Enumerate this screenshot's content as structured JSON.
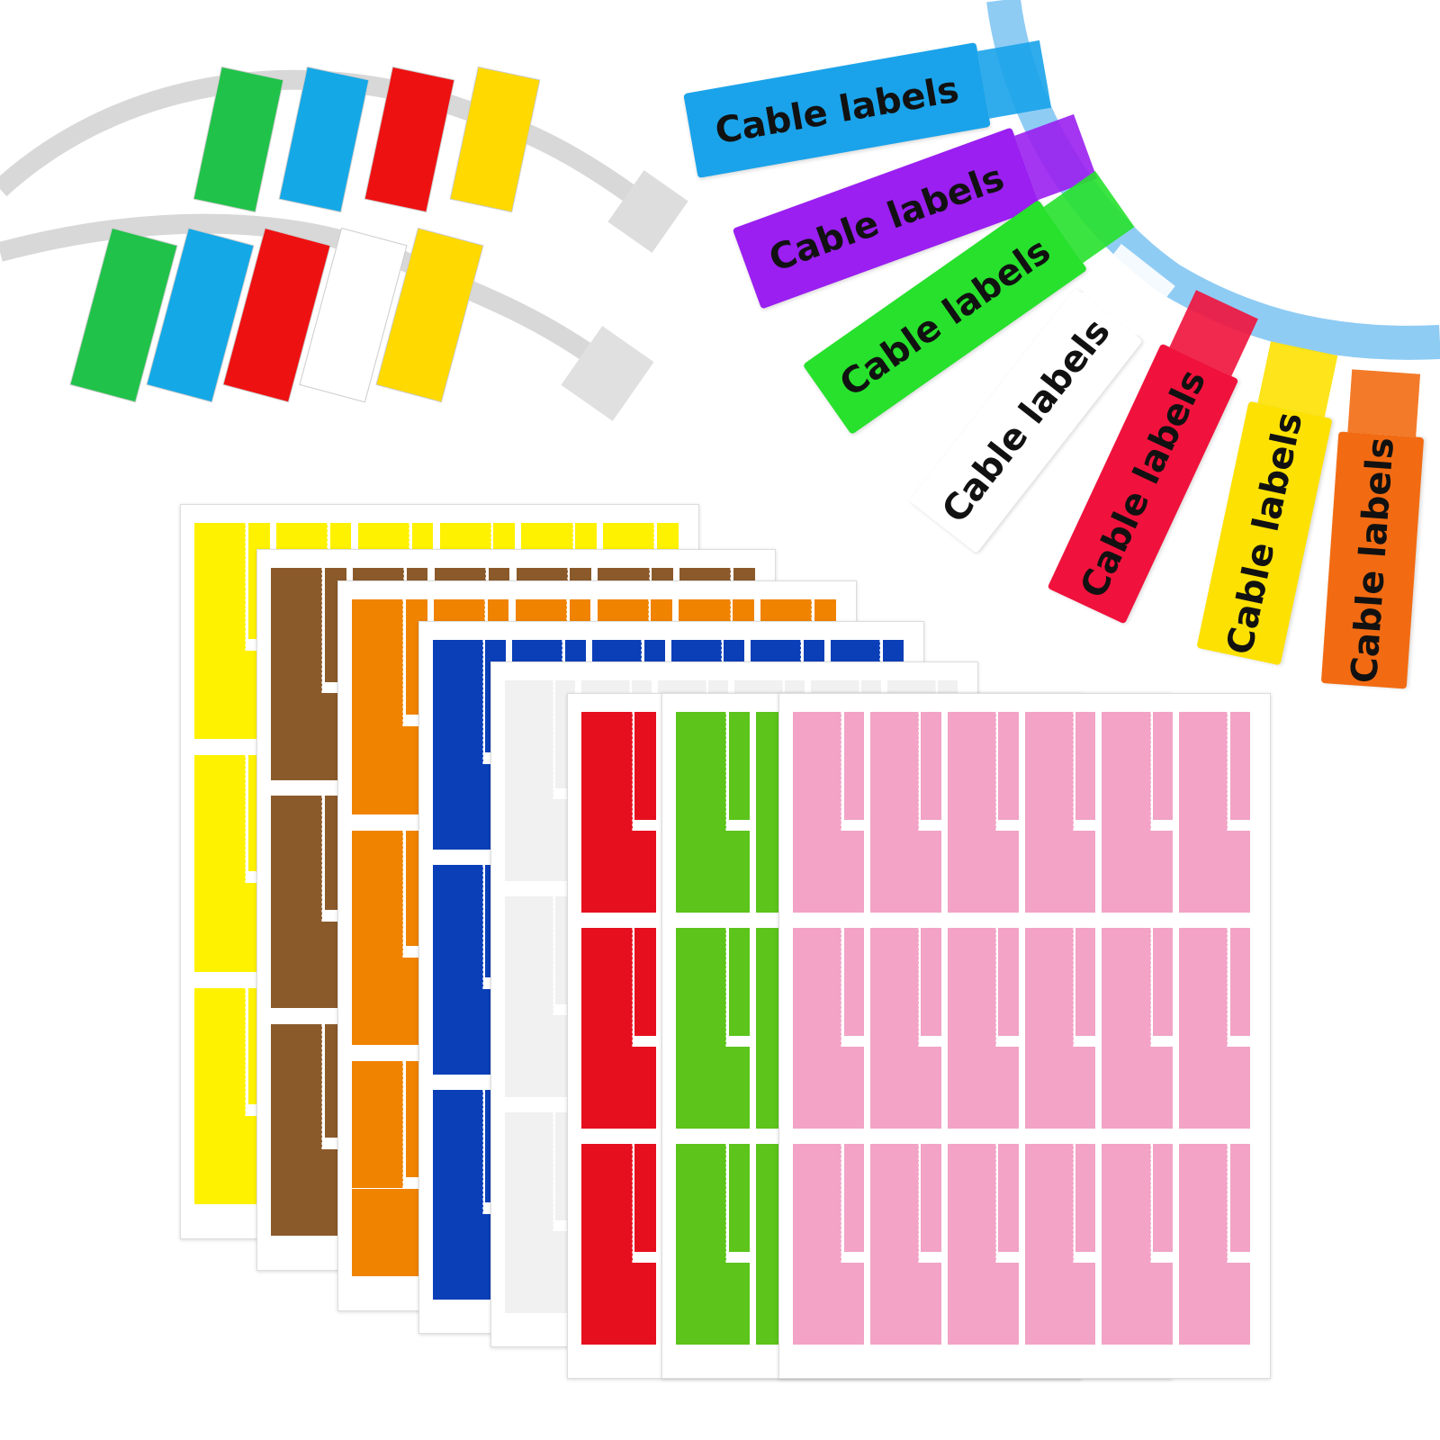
{
  "cable_tags": [
    {
      "text": "Cable labels",
      "color": "#1aa3ea"
    },
    {
      "text": "Cable labels",
      "color": "#9a1ff0"
    },
    {
      "text": "Cable labels",
      "color": "#27e12c"
    },
    {
      "text": "Cable labels",
      "color": "#ffffff"
    },
    {
      "text": "Cable labels",
      "color": "#f0123c"
    },
    {
      "text": "Cable labels",
      "color": "#fde102"
    },
    {
      "text": "Cable labels",
      "color": "#f26b12"
    }
  ],
  "sheet_colors": [
    "#fff200",
    "#8b5a2b",
    "#f08300",
    "#0a3fb8",
    "#f1f1f1",
    "#e60f1e",
    "#5cc41a",
    "#f2a3c6"
  ],
  "flag_colors_row1": [
    "#21c24a",
    "#14a8e6",
    "#ee1111",
    "#ffd900"
  ],
  "flag_colors_row2": [
    "#21c24a",
    "#14a8e6",
    "#ee1111",
    "#ffffff",
    "#ffd900"
  ]
}
